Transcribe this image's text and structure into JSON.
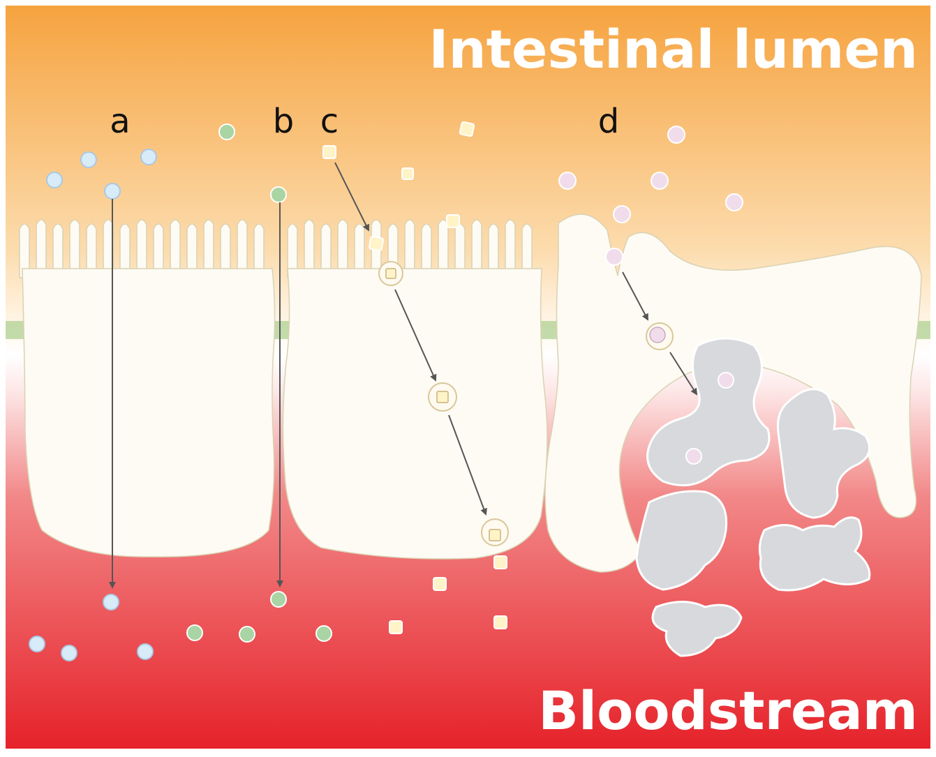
{
  "title_top": "Intestinal lumen",
  "title_bottom": "Bloodstream",
  "route_labels": {
    "a": "a",
    "b": "b",
    "c": "c",
    "d": "d"
  },
  "colors": {
    "lumen_top": "#f6a33f",
    "lumen_mid": "#fde8c8",
    "blood_top": "#fbe3e3",
    "blood_bottom": "#e8252b",
    "cell": "#fdfbf3",
    "cell_outline": "#d9d2b3",
    "membrane_line": "#8fb86a",
    "immune_cell": "#d7d9dc",
    "particle_a": "#d8ebf8",
    "particle_b": "#a9d4a3",
    "particle_c": "#fff4c8",
    "particle_d": "#f1dcec",
    "arrow": "#555555",
    "title_text": "#ffffff",
    "label_text": "#111111"
  }
}
